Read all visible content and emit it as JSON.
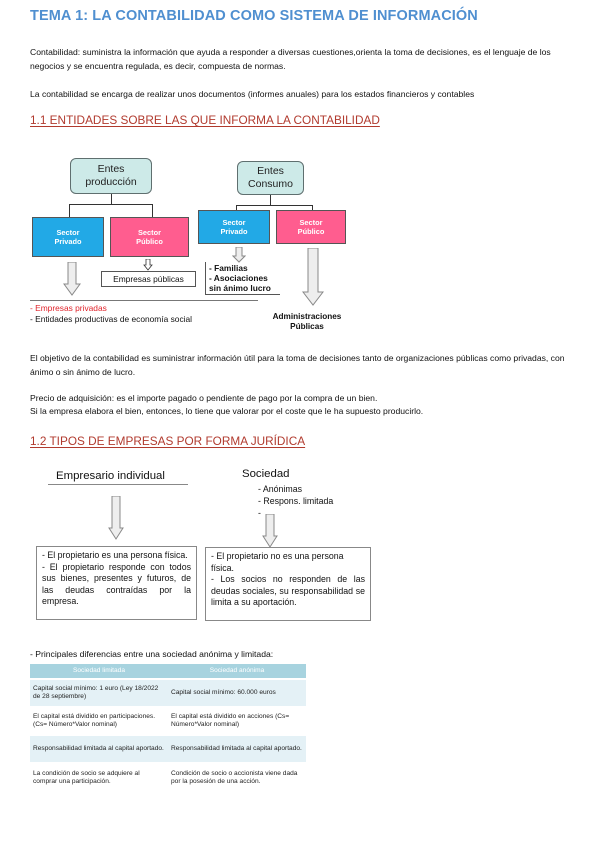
{
  "title": "TEMA 1: LA CONTABILIDAD COMO SISTEMA DE INFORMACIÓN",
  "intro": {
    "p1": "Contabilidad: suministra la información que ayuda a responder a diversas cuestiones,orienta la toma de decisiones, es el lenguaje de los negocios y se encuentra regulada, es decir, compuesta de normas.",
    "p2": "La contabilidad se encarga de realizar unos documentos (informes anuales) para los estados financieros y contables"
  },
  "section1": {
    "heading": "1.1 ENTIDADES SOBRE LAS QUE INFORMA LA CONTABILIDAD",
    "produccion": {
      "label": "Entes producción",
      "privado": "Sector Privado",
      "publico": "Sector Público",
      "publico_note": "Empresas públicas",
      "privado_items": [
        "- Empresas privadas",
        "- Entidades productivas de economía social"
      ]
    },
    "consumo": {
      "label": "Entes Consumo",
      "privado": "Sector Privado",
      "publico": "Sector Público",
      "privado_items": [
        "- Familias",
        "- Asociaciones sin ánimo lucro"
      ],
      "publico_note": "Administraciones Públicas"
    },
    "objetivo": "El objetivo de la contabilidad es suministrar información útil para la toma de decisiones tanto de organizaciones públicas como privadas, con ánimo o sin ánimo de lucro.",
    "precio1": "Precio de adquisición: es el importe pagado o pendiente de pago por la compra de un bien.",
    "precio2": "Si la empresa elabora el bien, entonces, lo tiene que valorar por el coste que le ha supuesto producirlo."
  },
  "section2": {
    "heading": "1.2 TIPOS DE EMPRESAS POR FORMA JURÍDICA",
    "individual": {
      "label": "Empresario individual",
      "items": [
        "- El propietario es una persona física.",
        "- El propietario responde con todos sus bienes, presentes y futuros, de las deudas contraídas por la empresa."
      ]
    },
    "sociedad": {
      "label": "Sociedad",
      "types": [
        "- Anónimas",
        "- Respons. limitada",
        "-"
      ],
      "items": [
        "- El propietario no es una persona física.",
        "- Los socios no responden de las deudas sociales, su responsabilidad se limita a su aportación."
      ]
    },
    "diferencias_label": "- Principales diferencias entre una sociedad anónima y limitada:",
    "table": {
      "headers": [
        "Sociedad limitada",
        "Sociedad anónima"
      ],
      "rows": [
        [
          "Capital social mínimo: 1 euro (Ley 18/2022 de 28 septiembre)",
          "Capital social mínimo: 60.000 euros"
        ],
        [
          "El capital está dividido en participaciones. (Cs= Número*Valor nominal)",
          "El capital está dividido en acciones (Cs= Número*Valor nominal)"
        ],
        [
          "Responsabilidad limitada al capital aportado.",
          "Responsabilidad limitada al capital aportado."
        ],
        [
          "La condición de socio se adquiere al comprar una participación.",
          "Condición de socio o accionista viene dada por la posesión de una acción."
        ]
      ]
    }
  },
  "colors": {
    "title": "#4f8fd0",
    "heading": "#b13a2e",
    "teal_box": "#cdeae8",
    "blue_box": "#22a9e6",
    "pink_box": "#ff5d8f",
    "highlight_red": "#e0242b",
    "table_header": "#a7d3df"
  }
}
